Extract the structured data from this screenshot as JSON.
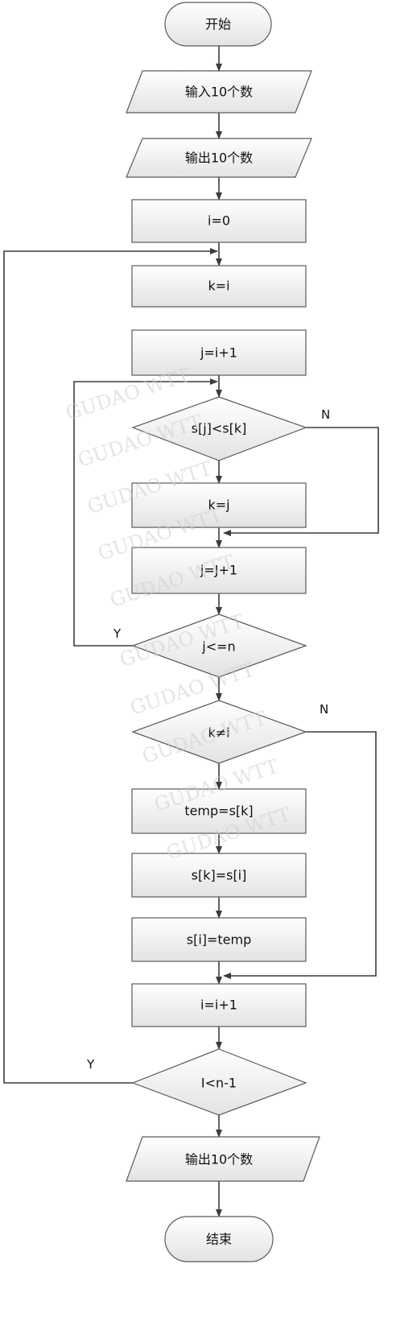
{
  "flowchart": {
    "nodes": {
      "start": "开始",
      "input": "输入10个数",
      "output1": "输出10个数",
      "init_i": "i=0",
      "set_k": "k=i",
      "init_j": "j=i+1",
      "cond_compare": "s[j]<s[k]",
      "assign_k": "k=j",
      "inc_j": "j=J+1",
      "cond_j": "j<=n",
      "cond_k": "k≠i",
      "swap1": "temp=s[k]",
      "swap2": "s[k]=s[i]",
      "swap3": "s[i]=temp",
      "inc_i": "i=i+1",
      "cond_i": "I<n-1",
      "output2": "输出10个数",
      "end": "结束"
    },
    "branch_labels": {
      "compare_no": "N",
      "j_loop_yes": "Y",
      "k_no": "N",
      "i_loop_yes": "Y"
    },
    "watermark": "GUDAO WTT"
  }
}
